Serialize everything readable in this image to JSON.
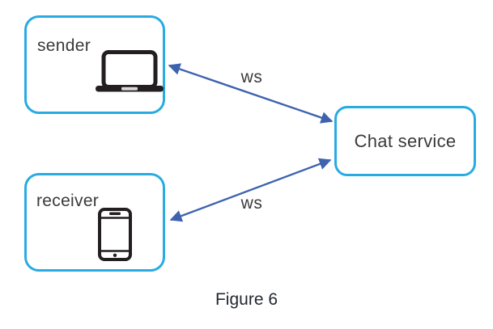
{
  "diagram": {
    "nodes": [
      {
        "id": "sender",
        "label": "sender",
        "icon": "laptop-icon"
      },
      {
        "id": "receiver",
        "label": "receiver",
        "icon": "smartphone-icon"
      },
      {
        "id": "chat_service",
        "label": "Chat service",
        "icon": null
      }
    ],
    "edges": [
      {
        "from": "sender",
        "to": "chat_service",
        "label": "ws",
        "direction": "bidirectional"
      },
      {
        "from": "receiver",
        "to": "chat_service",
        "label": "ws",
        "direction": "bidirectional"
      }
    ],
    "caption": "Figure 6"
  },
  "colors": {
    "node_border": "#29ABE2",
    "arrow": "#3E63AE",
    "label_text": "#3A3A3A",
    "caption_text": "#222831",
    "icon": "#231F20",
    "background": "#FFFFFF"
  }
}
